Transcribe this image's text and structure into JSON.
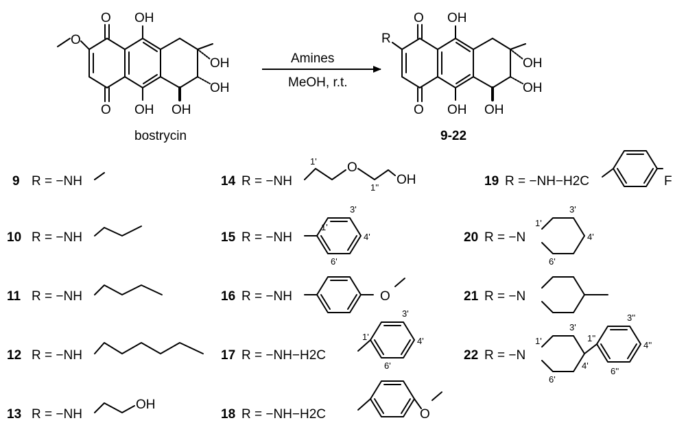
{
  "scheme": {
    "reactant_name": "bostrycin",
    "product_range": "9-22",
    "reagent": "Amines",
    "conditions": "MeOH, r.t.",
    "r_group_symbol": "R",
    "atoms": {
      "O": "O",
      "OH": "OH",
      "NH": "NH",
      "N": "N",
      "F": "F",
      "H2C": "H2C"
    }
  },
  "compounds": [
    {
      "number": "9",
      "prefix": "R = −NH"
    },
    {
      "number": "10",
      "prefix": "R = −NH"
    },
    {
      "number": "11",
      "prefix": "R = −NH"
    },
    {
      "number": "12",
      "prefix": "R = −NH"
    },
    {
      "number": "13",
      "prefix": "R = −NH",
      "end_group": "OH"
    },
    {
      "number": "14",
      "prefix": "R = −NH",
      "ether_O": "O",
      "end_group": "OH",
      "locants": [
        "1'",
        "1''"
      ]
    },
    {
      "number": "15",
      "prefix": "R = −NH",
      "locants": [
        "1'",
        "3'",
        "4'",
        "6'"
      ]
    },
    {
      "number": "16",
      "prefix": "R = −NH",
      "substituent": "O"
    },
    {
      "number": "17",
      "prefix": "R = −NH−H2C",
      "locants": [
        "1'",
        "3'",
        "4'",
        "6'"
      ]
    },
    {
      "number": "18",
      "prefix": "R = −NH−H2C",
      "substituent": "O"
    },
    {
      "number": "19",
      "prefix": "R = −NH−H2C",
      "substituent": "F"
    },
    {
      "number": "20",
      "prefix": "R = −N",
      "locants": [
        "1'",
        "3'",
        "4'",
        "6'"
      ]
    },
    {
      "number": "21",
      "prefix": "R = −N"
    },
    {
      "number": "22",
      "prefix": "R = −N",
      "locants": [
        "1'",
        "3'",
        "4'",
        "6'",
        "1''",
        "3''",
        "4''",
        "6''"
      ]
    }
  ]
}
